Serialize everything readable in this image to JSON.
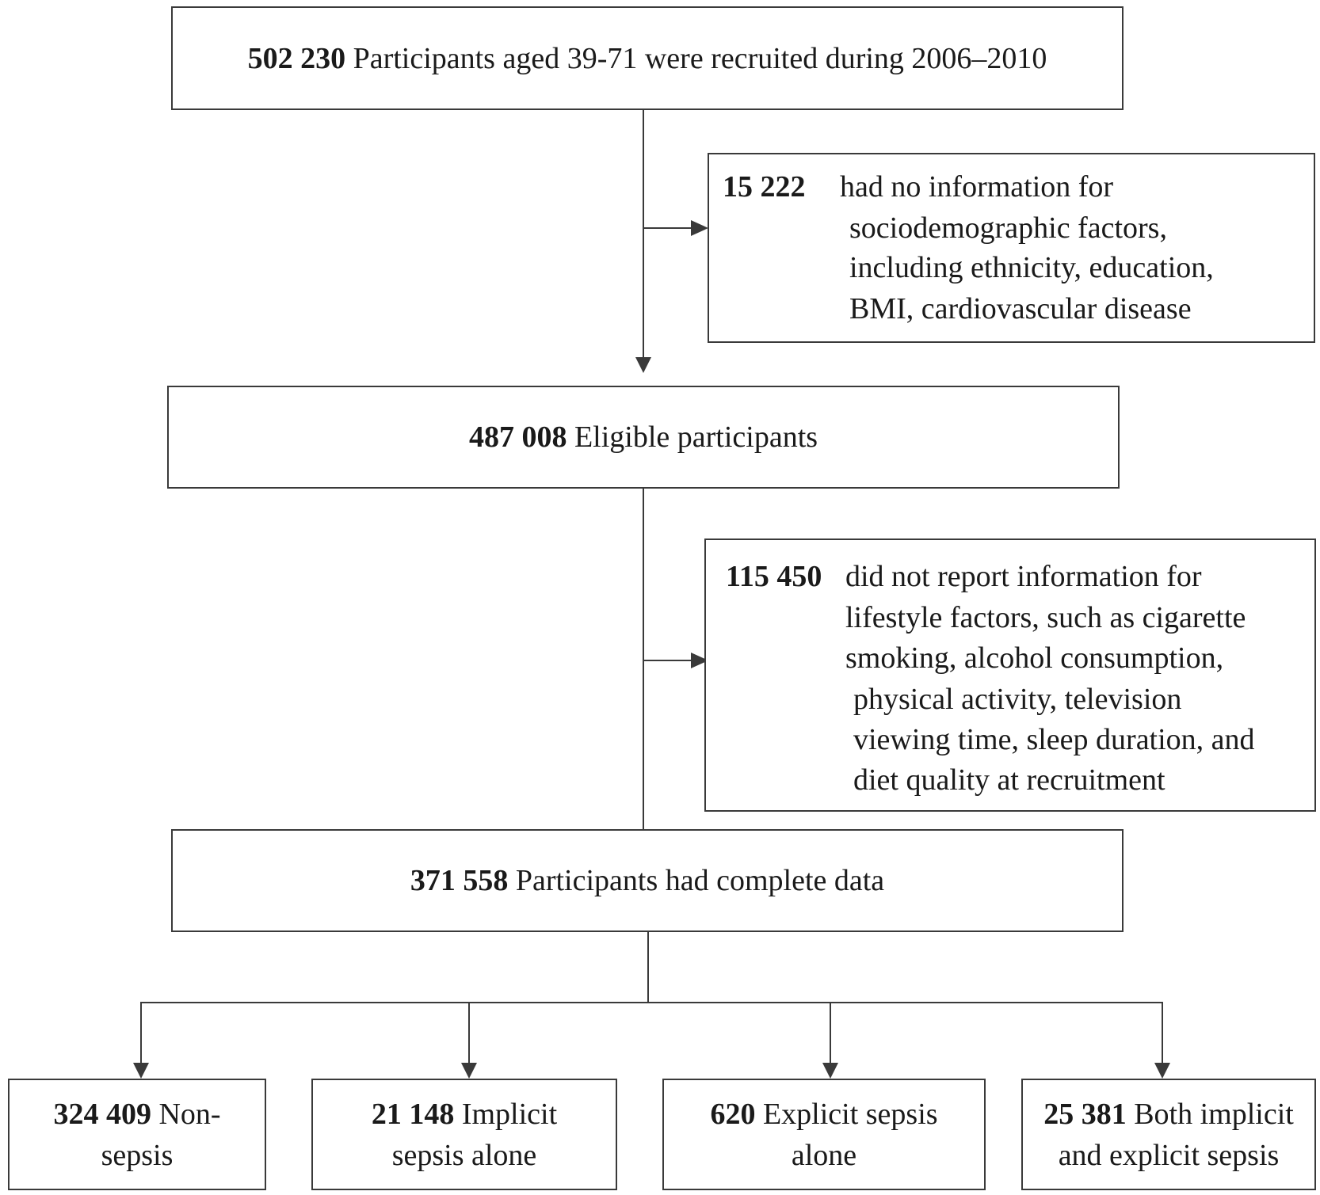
{
  "boxes": {
    "recruited": {
      "number": "502 230",
      "text": "Participants aged 39-71 were recruited during 2006–2010"
    },
    "exclusion1": {
      "number": "15 222",
      "lines": [
        "had no information for",
        "sociodemographic factors,",
        "including ethnicity, education,",
        "BMI, cardiovascular disease"
      ]
    },
    "eligible": {
      "number": "487 008",
      "text": "Eligible participants"
    },
    "exclusion2": {
      "number": "115 450",
      "lines": [
        "did not report information for",
        "lifestyle factors, such as cigarette",
        "smoking, alcohol consumption,",
        "physical activity, television",
        "viewing time, sleep duration, and",
        "diet quality at recruitment"
      ]
    },
    "complete": {
      "number": "371 558",
      "text": "Participants had complete data"
    }
  },
  "outcomes": [
    {
      "number": "324 409",
      "line1": "Non-",
      "line2": "sepsis"
    },
    {
      "number": "21 148",
      "line1": "Implicit",
      "line2": "sepsis alone"
    },
    {
      "number": "620",
      "line1": "Explicit sepsis",
      "line2": "alone"
    },
    {
      "number": "25 381",
      "line1": "Both implicit",
      "line2": "and explicit sepsis"
    }
  ]
}
